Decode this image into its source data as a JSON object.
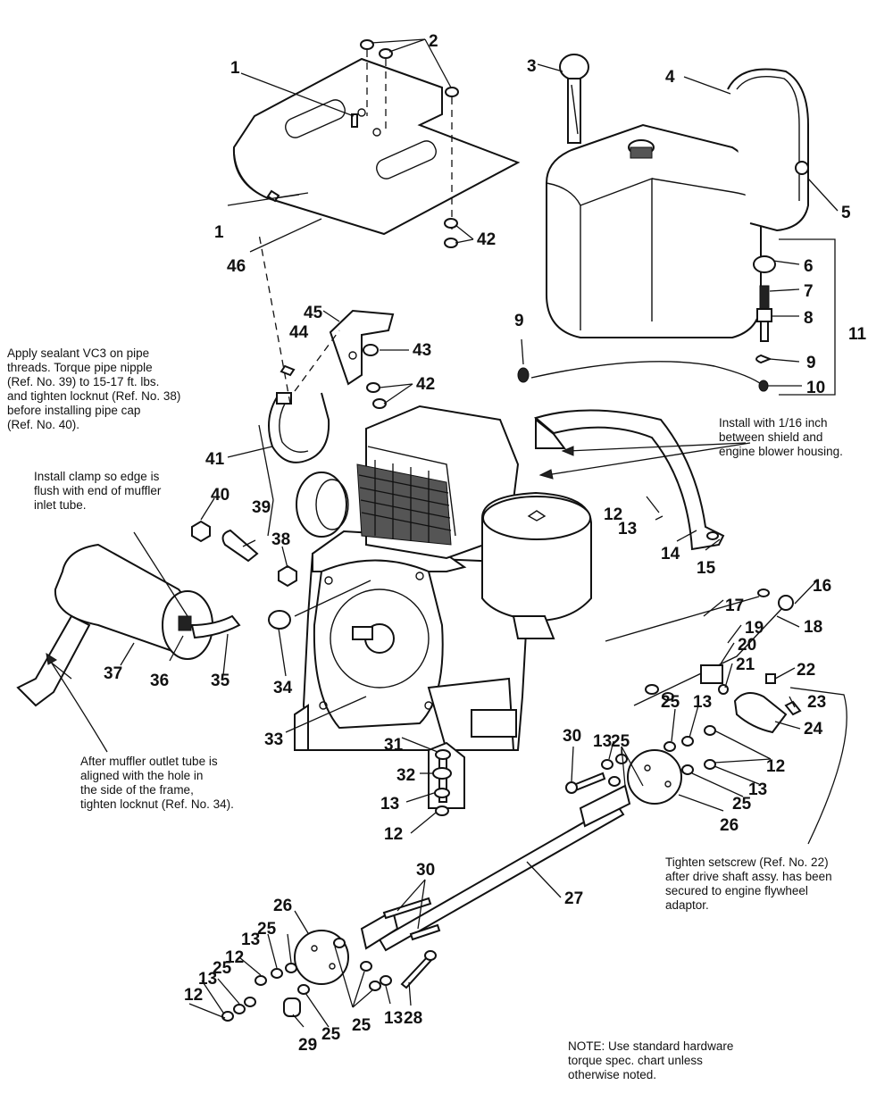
{
  "callouts": [
    {
      "id": "c1a",
      "text": "1"
    },
    {
      "id": "c1b",
      "text": "1"
    },
    {
      "id": "c2",
      "text": "2"
    },
    {
      "id": "c3",
      "text": "3"
    },
    {
      "id": "c4",
      "text": "4"
    },
    {
      "id": "c5",
      "text": "5"
    },
    {
      "id": "c6",
      "text": "6"
    },
    {
      "id": "c7",
      "text": "7"
    },
    {
      "id": "c8",
      "text": "8"
    },
    {
      "id": "c9a",
      "text": "9"
    },
    {
      "id": "c9b",
      "text": "9"
    },
    {
      "id": "c10",
      "text": "10"
    },
    {
      "id": "c11",
      "text": "11"
    },
    {
      "id": "c12a",
      "text": "12"
    },
    {
      "id": "c12b",
      "text": "12"
    },
    {
      "id": "c12c",
      "text": "12"
    },
    {
      "id": "c12d",
      "text": "12"
    },
    {
      "id": "c12e",
      "text": "12"
    },
    {
      "id": "c13a",
      "text": "13"
    },
    {
      "id": "c13b",
      "text": "13"
    },
    {
      "id": "c13c",
      "text": "13"
    },
    {
      "id": "c13d",
      "text": "13"
    },
    {
      "id": "c13e",
      "text": "13"
    },
    {
      "id": "c13f",
      "text": "13"
    },
    {
      "id": "c13g",
      "text": "13"
    },
    {
      "id": "c13h",
      "text": "13"
    },
    {
      "id": "c14",
      "text": "14"
    },
    {
      "id": "c15",
      "text": "15"
    },
    {
      "id": "c16",
      "text": "16"
    },
    {
      "id": "c17",
      "text": "17"
    },
    {
      "id": "c18",
      "text": "18"
    },
    {
      "id": "c19",
      "text": "19"
    },
    {
      "id": "c20",
      "text": "20"
    },
    {
      "id": "c21",
      "text": "21"
    },
    {
      "id": "c22",
      "text": "22"
    },
    {
      "id": "c23",
      "text": "23"
    },
    {
      "id": "c24",
      "text": "24"
    },
    {
      "id": "c25a",
      "text": "25"
    },
    {
      "id": "c25b",
      "text": "25"
    },
    {
      "id": "c25c",
      "text": "25"
    },
    {
      "id": "c25d",
      "text": "25"
    },
    {
      "id": "c25e",
      "text": "25"
    },
    {
      "id": "c25f",
      "text": "25"
    },
    {
      "id": "c25g",
      "text": "25"
    },
    {
      "id": "c26a",
      "text": "26"
    },
    {
      "id": "c26b",
      "text": "26"
    },
    {
      "id": "c27",
      "text": "27"
    },
    {
      "id": "c28",
      "text": "28"
    },
    {
      "id": "c29",
      "text": "29"
    },
    {
      "id": "c30a",
      "text": "30"
    },
    {
      "id": "c30b",
      "text": "30"
    },
    {
      "id": "c31",
      "text": "31"
    },
    {
      "id": "c32",
      "text": "32"
    },
    {
      "id": "c33",
      "text": "33"
    },
    {
      "id": "c34",
      "text": "34"
    },
    {
      "id": "c35",
      "text": "35"
    },
    {
      "id": "c36",
      "text": "36"
    },
    {
      "id": "c37",
      "text": "37"
    },
    {
      "id": "c38",
      "text": "38"
    },
    {
      "id": "c39",
      "text": "39"
    },
    {
      "id": "c40",
      "text": "40"
    },
    {
      "id": "c41",
      "text": "41"
    },
    {
      "id": "c42a",
      "text": "42"
    },
    {
      "id": "c42b",
      "text": "42"
    },
    {
      "id": "c43",
      "text": "43"
    },
    {
      "id": "c44",
      "text": "44"
    },
    {
      "id": "c45",
      "text": "45"
    },
    {
      "id": "c46",
      "text": "46"
    }
  ],
  "notes": {
    "sealant": "Apply sealant VC3 on pipe\nthreads. Torque pipe nipple\n(Ref. No. 39) to 15-17 ft. lbs.\nand tighten locknut (Ref. No. 38)\nbefore installing pipe cap\n(Ref. No. 40).",
    "clamp": "Install clamp so edge is\nflush with end of muffler\ninlet tube.",
    "shield": "Install with 1/16 inch\nbetween shield and\nengine blower housing.",
    "muffler": "After muffler outlet tube is\naligned with the hole in\nthe side of the frame,\ntighten locknut (Ref. No. 34).",
    "setscrew": "Tighten setscrew (Ref. No. 22)\nafter drive shaft assy. has been\nsecured to engine flywheel\nadaptor.",
    "torque": "NOTE: Use standard hardware\ntorque spec. chart unless\notherwise noted."
  }
}
